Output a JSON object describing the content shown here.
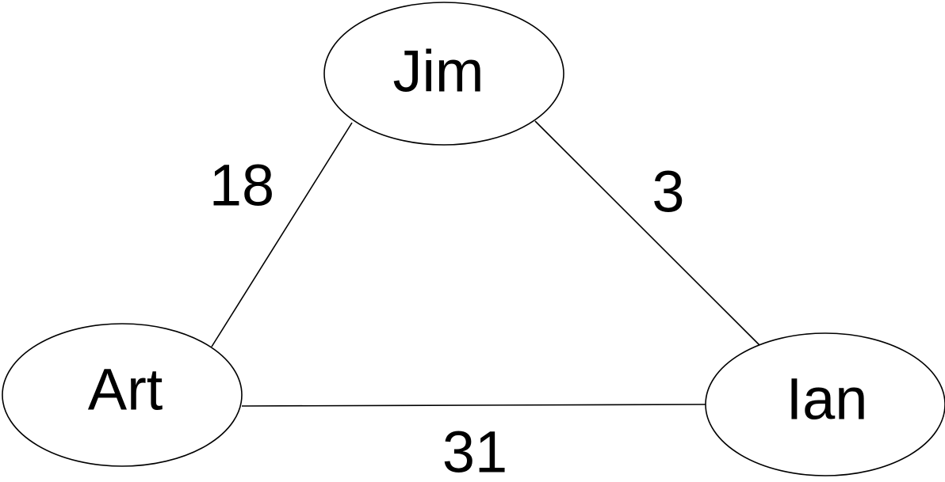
{
  "diagram": {
    "type": "weighted-undirected-graph",
    "nodes": [
      {
        "id": "jim",
        "label": "Jim"
      },
      {
        "id": "art",
        "label": "Art"
      },
      {
        "id": "ian",
        "label": "Ian"
      }
    ],
    "edges": [
      {
        "id": "jim-art",
        "from": "jim",
        "to": "art",
        "weight": "18"
      },
      {
        "id": "jim-ian",
        "from": "jim",
        "to": "ian",
        "weight": "3"
      },
      {
        "id": "art-ian",
        "from": "art",
        "to": "ian",
        "weight": "31"
      }
    ],
    "colors": {
      "stroke": "#000000",
      "fill": "#ffffff",
      "text": "#000000"
    }
  }
}
